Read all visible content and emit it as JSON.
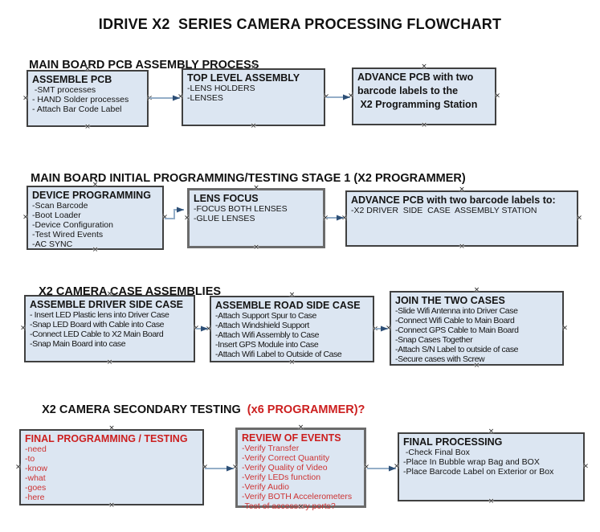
{
  "title": "IDRIVE X2  SERIES CAMERA PROCESSING FLOWCHART",
  "colors": {
    "box_fill": "#dce6f2",
    "box_border": "#404040",
    "box_border_thick": "#6b6b6b",
    "arrow_line": "#94aec8",
    "arrow_head": "#2d4f76",
    "text": "#141414",
    "red_strong": "#cc1f1f",
    "red_item": "#cd3333"
  },
  "glyphs": {
    "connection_handle": "×"
  },
  "sections": [
    {
      "heading": "MAIN BOARD PCB ASSEMBLY PROCESS",
      "boxes": [
        {
          "title": "ASSEMBLE PCB",
          "items": [
            " -SMT processes",
            "- HAND Solder processes",
            "- Attach Bar Code Label"
          ]
        },
        {
          "title": "TOP LEVEL ASSEMBLY",
          "items": [
            "-LENS HOLDERS",
            "-LENSES"
          ]
        },
        {
          "title": "",
          "items": [
            "ADVANCE PCB with two",
            "barcode labels to the",
            " X2 Programming Station"
          ]
        }
      ]
    },
    {
      "heading": "MAIN BOARD INITIAL PROGRAMMING/TESTING STAGE 1 (X2 PROGRAMMER)",
      "boxes": [
        {
          "title": "DEVICE PROGRAMMING",
          "items": [
            "-Scan Barcode",
            "-Boot Loader",
            "-Device Configuration",
            "-Test Wired Events",
            "-AC SYNC"
          ]
        },
        {
          "title": "LENS FOCUS",
          "items": [
            "-FOCUS BOTH LENSES",
            "-GLUE LENSES"
          ]
        },
        {
          "title": "ADVANCE PCB with two barcode labels to:",
          "items": [
            "-X2 DRIVER  SIDE  CASE  ASSEMBLY STATION"
          ]
        }
      ]
    },
    {
      "heading": "X2 CAMERA CASE ASSEMBLIES",
      "boxes": [
        {
          "title": "ASSEMBLE DRIVER SIDE CASE",
          "items": [
            "- Insert LED Plastic lens into Driver Case",
            "-Snap LED Board with Cable into Case",
            "-Connect LED Cable to X2 Main Board",
            "-Snap Main Board into case"
          ]
        },
        {
          "title": "ASSEMBLE ROAD SIDE CASE",
          "items": [
            "-Attach Support Spur to Case",
            "-Attach Windshield Support",
            "-Attach Wifi Assembly to Case",
            "-Insert GPS Module into Case",
            "-Attach Wifi Label to Outside of Case"
          ]
        },
        {
          "title": "JOIN THE TWO CASES",
          "items": [
            "-Slide Wifi Antenna into Driver Case",
            "-Connect Wifi Cable to Main Board",
            "-Connect GPS Cable to Main Board",
            "-Snap Cases Together",
            "-Attach S/N Label to outside of case",
            "-Secure cases with Screw"
          ]
        }
      ]
    },
    {
      "heading": "X2 CAMERA SECONDARY TESTING  ",
      "heading_suffix": "(x6 PROGRAMMER)?",
      "boxes": [
        {
          "title": "FINAL PROGRAMMING / TESTING",
          "items": [
            "-need",
            "-to",
            "-know",
            "-what",
            "-goes",
            "-here"
          ]
        },
        {
          "title": "REVIEW OF EVENTS",
          "items": [
            "-Verify Transfer",
            "-Verify Correct Quantity",
            "-Verify Quality of Video",
            "-Verify LEDs function",
            "-Verify Audio",
            "-Verify BOTH Accelerometers",
            "-Test of accessory ports?"
          ]
        },
        {
          "title": "FINAL PROCESSING",
          "items": [
            " -Check Final Box",
            "-Place In Bubble wrap Bag and BOX",
            "-Place Barcode Label on Exterior or Box"
          ]
        }
      ]
    }
  ]
}
